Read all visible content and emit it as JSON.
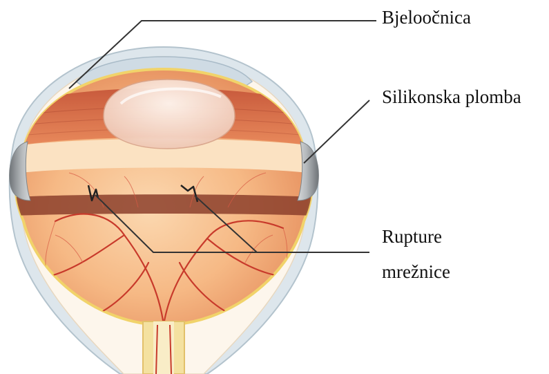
{
  "labels": {
    "sclera": "Bjeloočnica",
    "scleral_buckle": "Silikonska plomba",
    "retinal_tears_line1": "Rupture",
    "retinal_tears_line2": "mrežnice"
  },
  "colors": {
    "background": "#ffffff",
    "sclera": "#d9e3ea",
    "sclera_edge": "#b8c7d1",
    "choroid": "#f4c99a",
    "retina": "#f3a97a",
    "ciliary_body": "#d96c4a",
    "vessel": "#c8382a",
    "band": "#8e3c2a",
    "buckle": "#9ea2a6",
    "lens": "#f7e2d2",
    "cornea": "#d3dde6",
    "iris": "#5d87a6",
    "leader_line": "#333333"
  }
}
